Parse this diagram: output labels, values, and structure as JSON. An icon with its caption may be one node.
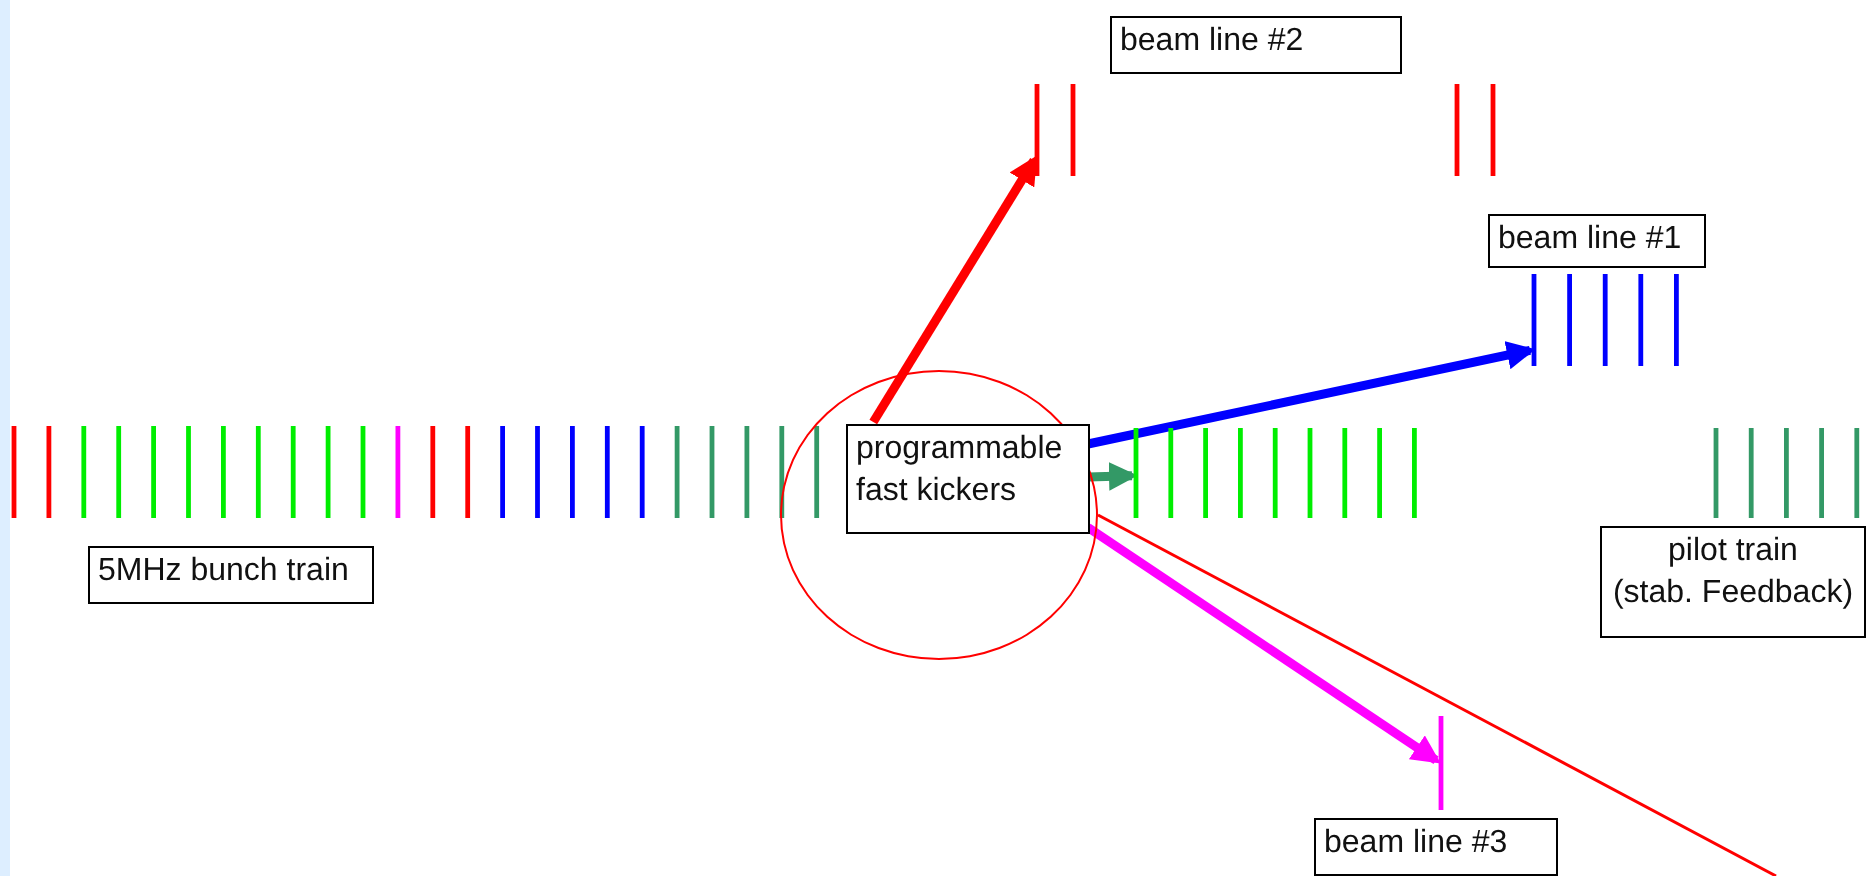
{
  "diagram": {
    "nodes": [
      {
        "text": [
          "beam line #2"
        ]
      },
      {
        "text": [],
        "shape": "bar"
      },
      {
        "text": [],
        "shape": "bar"
      },
      {
        "text": [
          "beam line #1"
        ]
      },
      {
        "text": [],
        "shape": "bar"
      },
      {
        "text": [],
        "shape": "bar"
      },
      {
        "text": [],
        "shape": "circle"
      },
      {
        "text": [
          "programmable fast kickers"
        ],
        "in": 6
      },
      {
        "text": [],
        "shape": "bar"
      },
      {
        "text": [],
        "shape": "bar"
      },
      {
        "text": [
          "5MHz bunch train"
        ]
      },
      {
        "text": [
          "pilot train",
          "(stab. Feedback)"
        ]
      },
      {
        "text": [],
        "shape": "bar"
      },
      {
        "text": [
          "beam line #3"
        ]
      }
    ],
    "edges": [
      {
        "from": 7,
        "to": 1,
        "arrow": "to",
        "color": "#ff0000"
      },
      {
        "from": 7,
        "to": 4,
        "arrow": "to",
        "color": "#0000ff"
      },
      {
        "from": 7,
        "to": 8,
        "arrow": "to",
        "color": "#339966"
      },
      {
        "from": 7,
        "to": 12,
        "arrow": "to",
        "color": "#ff00ff"
      },
      {
        "from": 6,
        "to": null,
        "arrow": "none",
        "color": "#ff0000"
      }
    ]
  }
}
